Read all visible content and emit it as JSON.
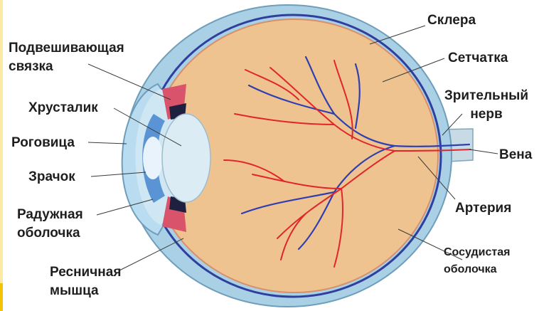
{
  "colors": {
    "sclera": "#a9d0e4",
    "choroid": "#2f3f9e",
    "vitreous": "#efc38f",
    "artery": "#e0262b",
    "vein": "#2f3fb0",
    "nerve": "#c8dbe4",
    "lens": "#dcecf4",
    "iris": "#5a94d4",
    "ciliary": "#d9546a",
    "edge_accent": "#f2c400"
  },
  "labels": {
    "sclera": "Склера",
    "retina": "Сетчатка",
    "optic_nerve_1": "Зрительный",
    "optic_nerve_2": "нерв",
    "vein": "Вена",
    "artery": "Артерия",
    "choroid_1": "Сосудистая",
    "choroid_2": "оболочка",
    "zonule_1": "Подвешивающая",
    "zonule_2": "связка",
    "lens": "Хрусталик",
    "cornea": "Роговица",
    "pupil": "Зрачок",
    "iris_1": "Радужная",
    "iris_2": "оболочка",
    "ciliary_1": "Ресничная",
    "ciliary_2": "мышца"
  }
}
